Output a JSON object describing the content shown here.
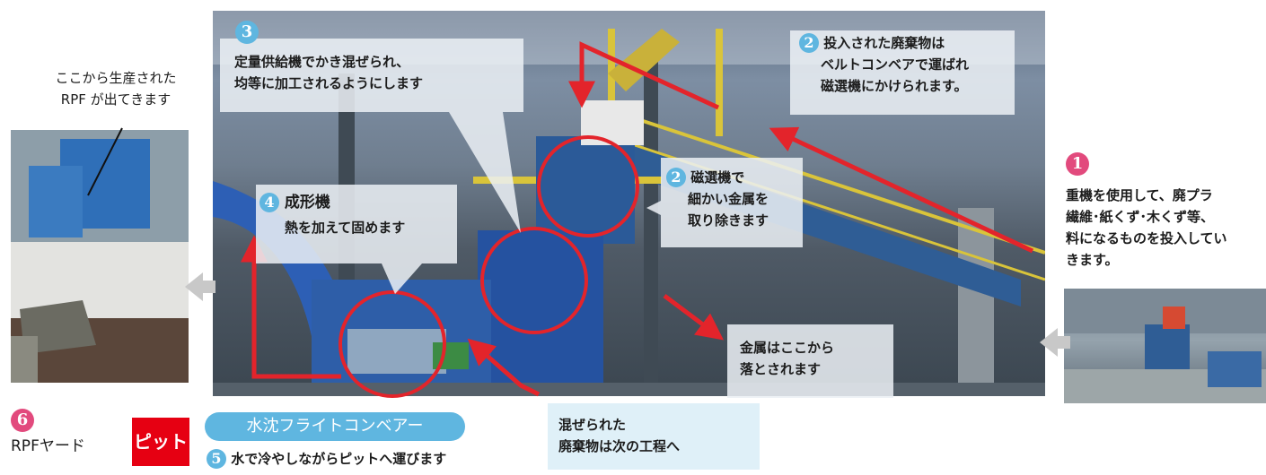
{
  "steps": {
    "step1": {
      "number": "1",
      "lines": [
        "重機を使用して、廃プラ",
        "繊維･紙くず･木くず等、",
        "料になるものを投入してい",
        "きます。"
      ]
    },
    "step2a": {
      "number": "2",
      "lines": [
        "投入された廃棄物は",
        "ベルトコンベアで運ばれ",
        "磁選機にかけられます。"
      ]
    },
    "step2b": {
      "number": "2",
      "lines": [
        "磁選機で",
        "細かい金属を",
        "取り除きます"
      ]
    },
    "step3": {
      "number": "3",
      "lines": [
        "定量供給機でかき混ぜられ、",
        "均等に加工されるようにします"
      ]
    },
    "step4": {
      "number": "4",
      "title": "成形機",
      "description": "熱を加えて固めます"
    },
    "step5": {
      "number": "5",
      "description": "水で冷やしながらピットへ運びます",
      "conveyor_label": "水沈フライトコンベアー"
    },
    "step6": {
      "number": "6",
      "label": "RPFヤード"
    }
  },
  "metal_note": [
    "金属はここから",
    "落とされます"
  ],
  "mixed_note": [
    "混ぜられた",
    "廃棄物は次の工程へ"
  ],
  "rpf_note": [
    "ここから生産された",
    "RPF が出てきます"
  ],
  "pit_label": "ピット",
  "colors": {
    "accent_blue": "#5fb6e0",
    "arrow_red": "#e3242b",
    "pit_red": "#e60012",
    "step_pink": "#e24a7d",
    "flow_gray": "#c8c8c8"
  }
}
